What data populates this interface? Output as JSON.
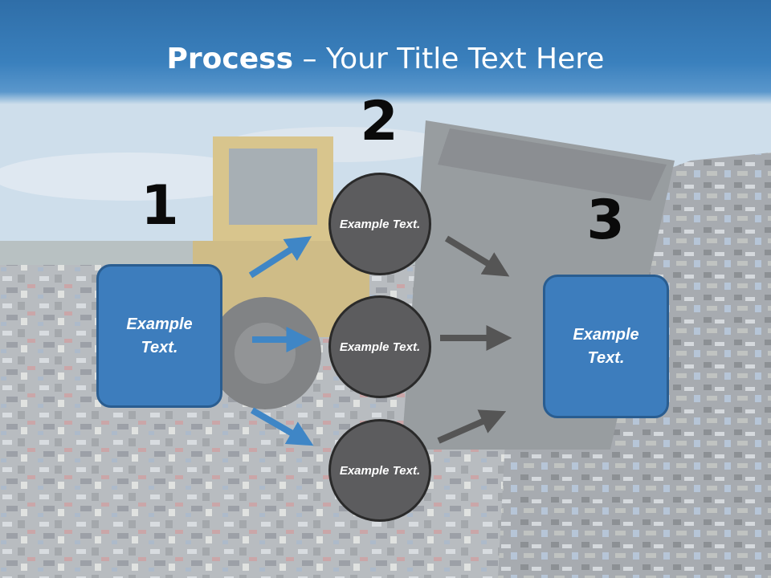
{
  "title": {
    "bold": "Process",
    "rest": " – Your Title Text Here"
  },
  "steps": [
    {
      "number": "1",
      "box_text": "Example Text."
    },
    {
      "number": "2",
      "circles": [
        "Example Text.",
        "Example Text.",
        "Example Text."
      ]
    },
    {
      "number": "3",
      "box_text": "Example Text."
    }
  ],
  "colors": {
    "title_bar": "#3a80bd",
    "box_fill": "#3d7dbd",
    "circle_fill": "#5c5c5e",
    "blue_arrow": "#3f86c6",
    "gray_arrow": "#555555"
  }
}
